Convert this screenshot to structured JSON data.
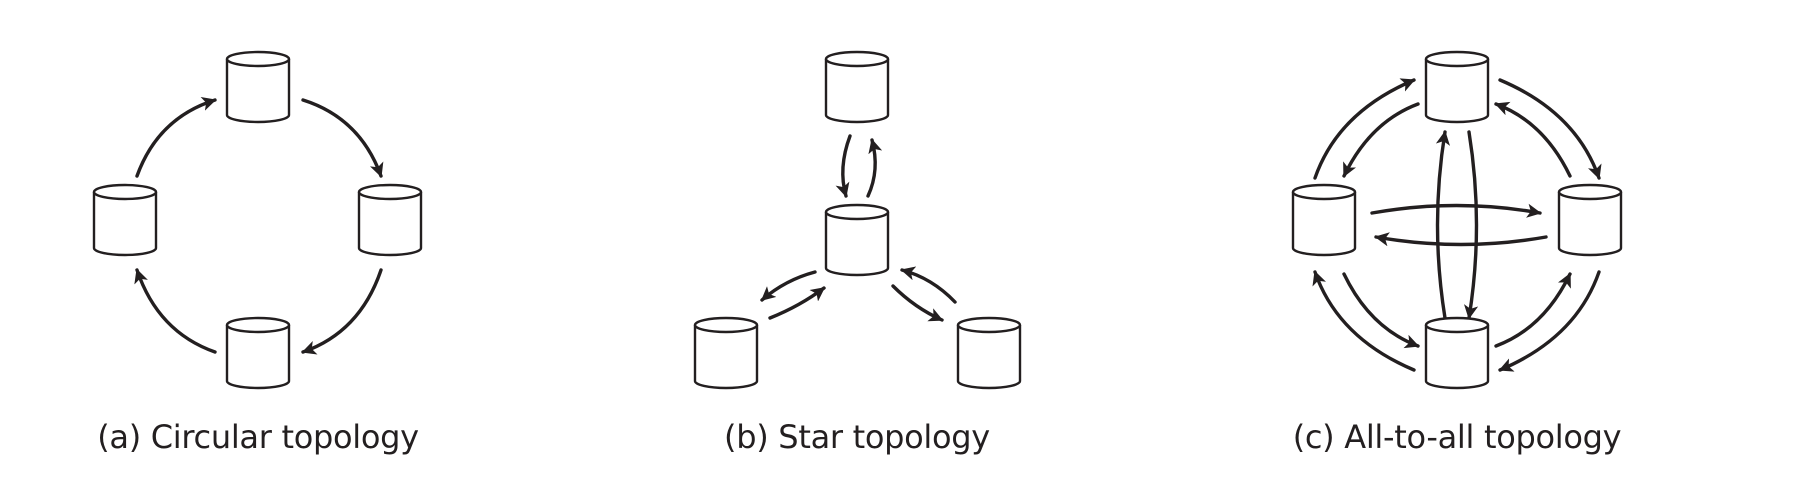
{
  "colors": {
    "ink": "#231f20",
    "background": "#ffffff"
  },
  "diagrams": [
    {
      "id": "circular",
      "caption": "(a) Circular topology"
    },
    {
      "id": "star",
      "caption": "(b) Star topology"
    },
    {
      "id": "all-to-all",
      "caption": "(c) All-to-all topology"
    }
  ]
}
